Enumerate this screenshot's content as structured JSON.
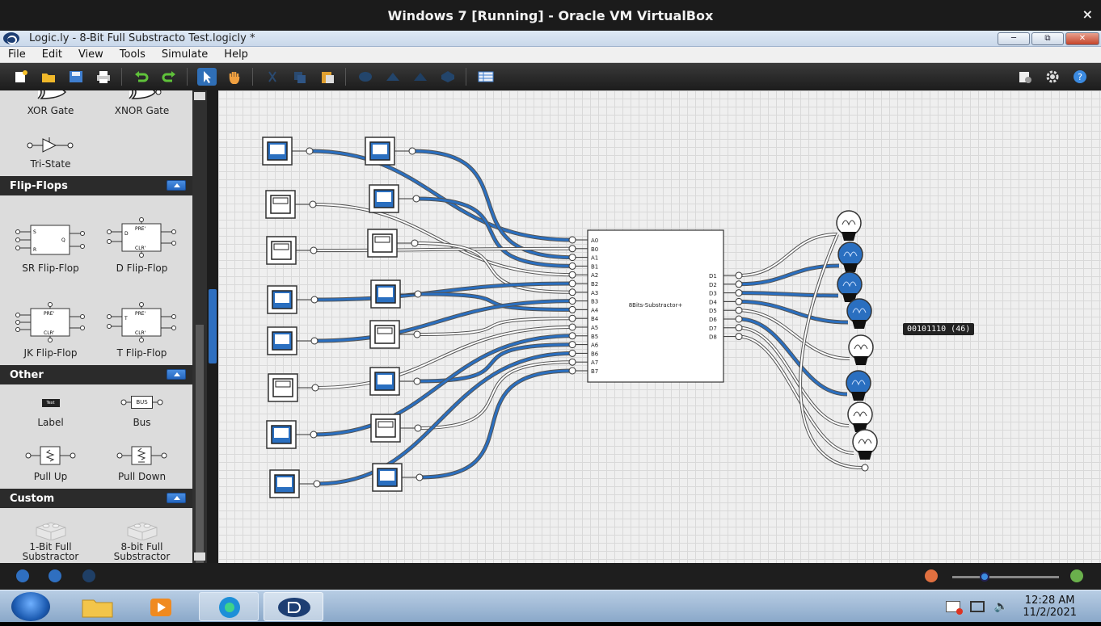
{
  "vbox": {
    "title": "Windows 7 [Running] - Oracle VM VirtualBox",
    "close": "×"
  },
  "window": {
    "title": "Logic.ly - 8-Bit Full Substracto Test.logicly *"
  },
  "menu": [
    "File",
    "Edit",
    "View",
    "Tools",
    "Simulate",
    "Help"
  ],
  "toolbar": {
    "left": [
      "new-icon",
      "open-icon",
      "save-icon",
      "print-icon",
      "undo-icon",
      "redo-icon",
      "select-tool-icon",
      "pan-tool-icon",
      "cut-icon",
      "copy-icon",
      "paste-icon",
      "group-icon",
      "flip-icon",
      "rotate-icon",
      "shape-icon",
      "table-icon"
    ],
    "right": [
      "export-icon",
      "settings-icon",
      "help-icon"
    ]
  },
  "palette": {
    "gates": [
      {
        "label": "XOR Gate"
      },
      {
        "label": "XNOR Gate"
      },
      {
        "label": "Tri-State"
      }
    ],
    "flipflops_title": "Flip-Flops",
    "flipflops": [
      {
        "label": "SR Flip-Flop"
      },
      {
        "label": "D Flip-Flop"
      },
      {
        "label": "JK Flip-Flop"
      },
      {
        "label": "T Flip-Flop"
      }
    ],
    "other_title": "Other",
    "other": [
      {
        "label": "Label",
        "sym": "Text"
      },
      {
        "label": "Bus",
        "sym": "BUS"
      },
      {
        "label": "Pull Up"
      },
      {
        "label": "Pull Down"
      }
    ],
    "custom_title": "Custom",
    "custom": [
      {
        "label": "1-Bit Full Substractor"
      },
      {
        "label": "8-bit Full Substractor"
      }
    ]
  },
  "circuit": {
    "chip_label": "8Bits-Substractor+",
    "inputs": [
      "A0",
      "B0",
      "A1",
      "B1",
      "A2",
      "B2",
      "A3",
      "B3",
      "A4",
      "B4",
      "A5",
      "B5",
      "A6",
      "B6",
      "A7",
      "B7"
    ],
    "outputs": [
      "D1",
      "D2",
      "D3",
      "D4",
      "D5",
      "D6",
      "D7",
      "D8"
    ],
    "switch_states": [
      1,
      1,
      0,
      1,
      0,
      0,
      1,
      1,
      1,
      0,
      0,
      1,
      1,
      0,
      1,
      1
    ],
    "bulb_states": [
      0,
      1,
      1,
      1,
      0,
      1,
      0,
      0
    ],
    "tooltip": "00101110 (46)",
    "colors": {
      "on": "#2a6fc0",
      "off": "#ffffff",
      "wire_outline": "#555555"
    }
  },
  "taskbar": {
    "time": "12:28 AM",
    "date": "11/2/2021"
  }
}
